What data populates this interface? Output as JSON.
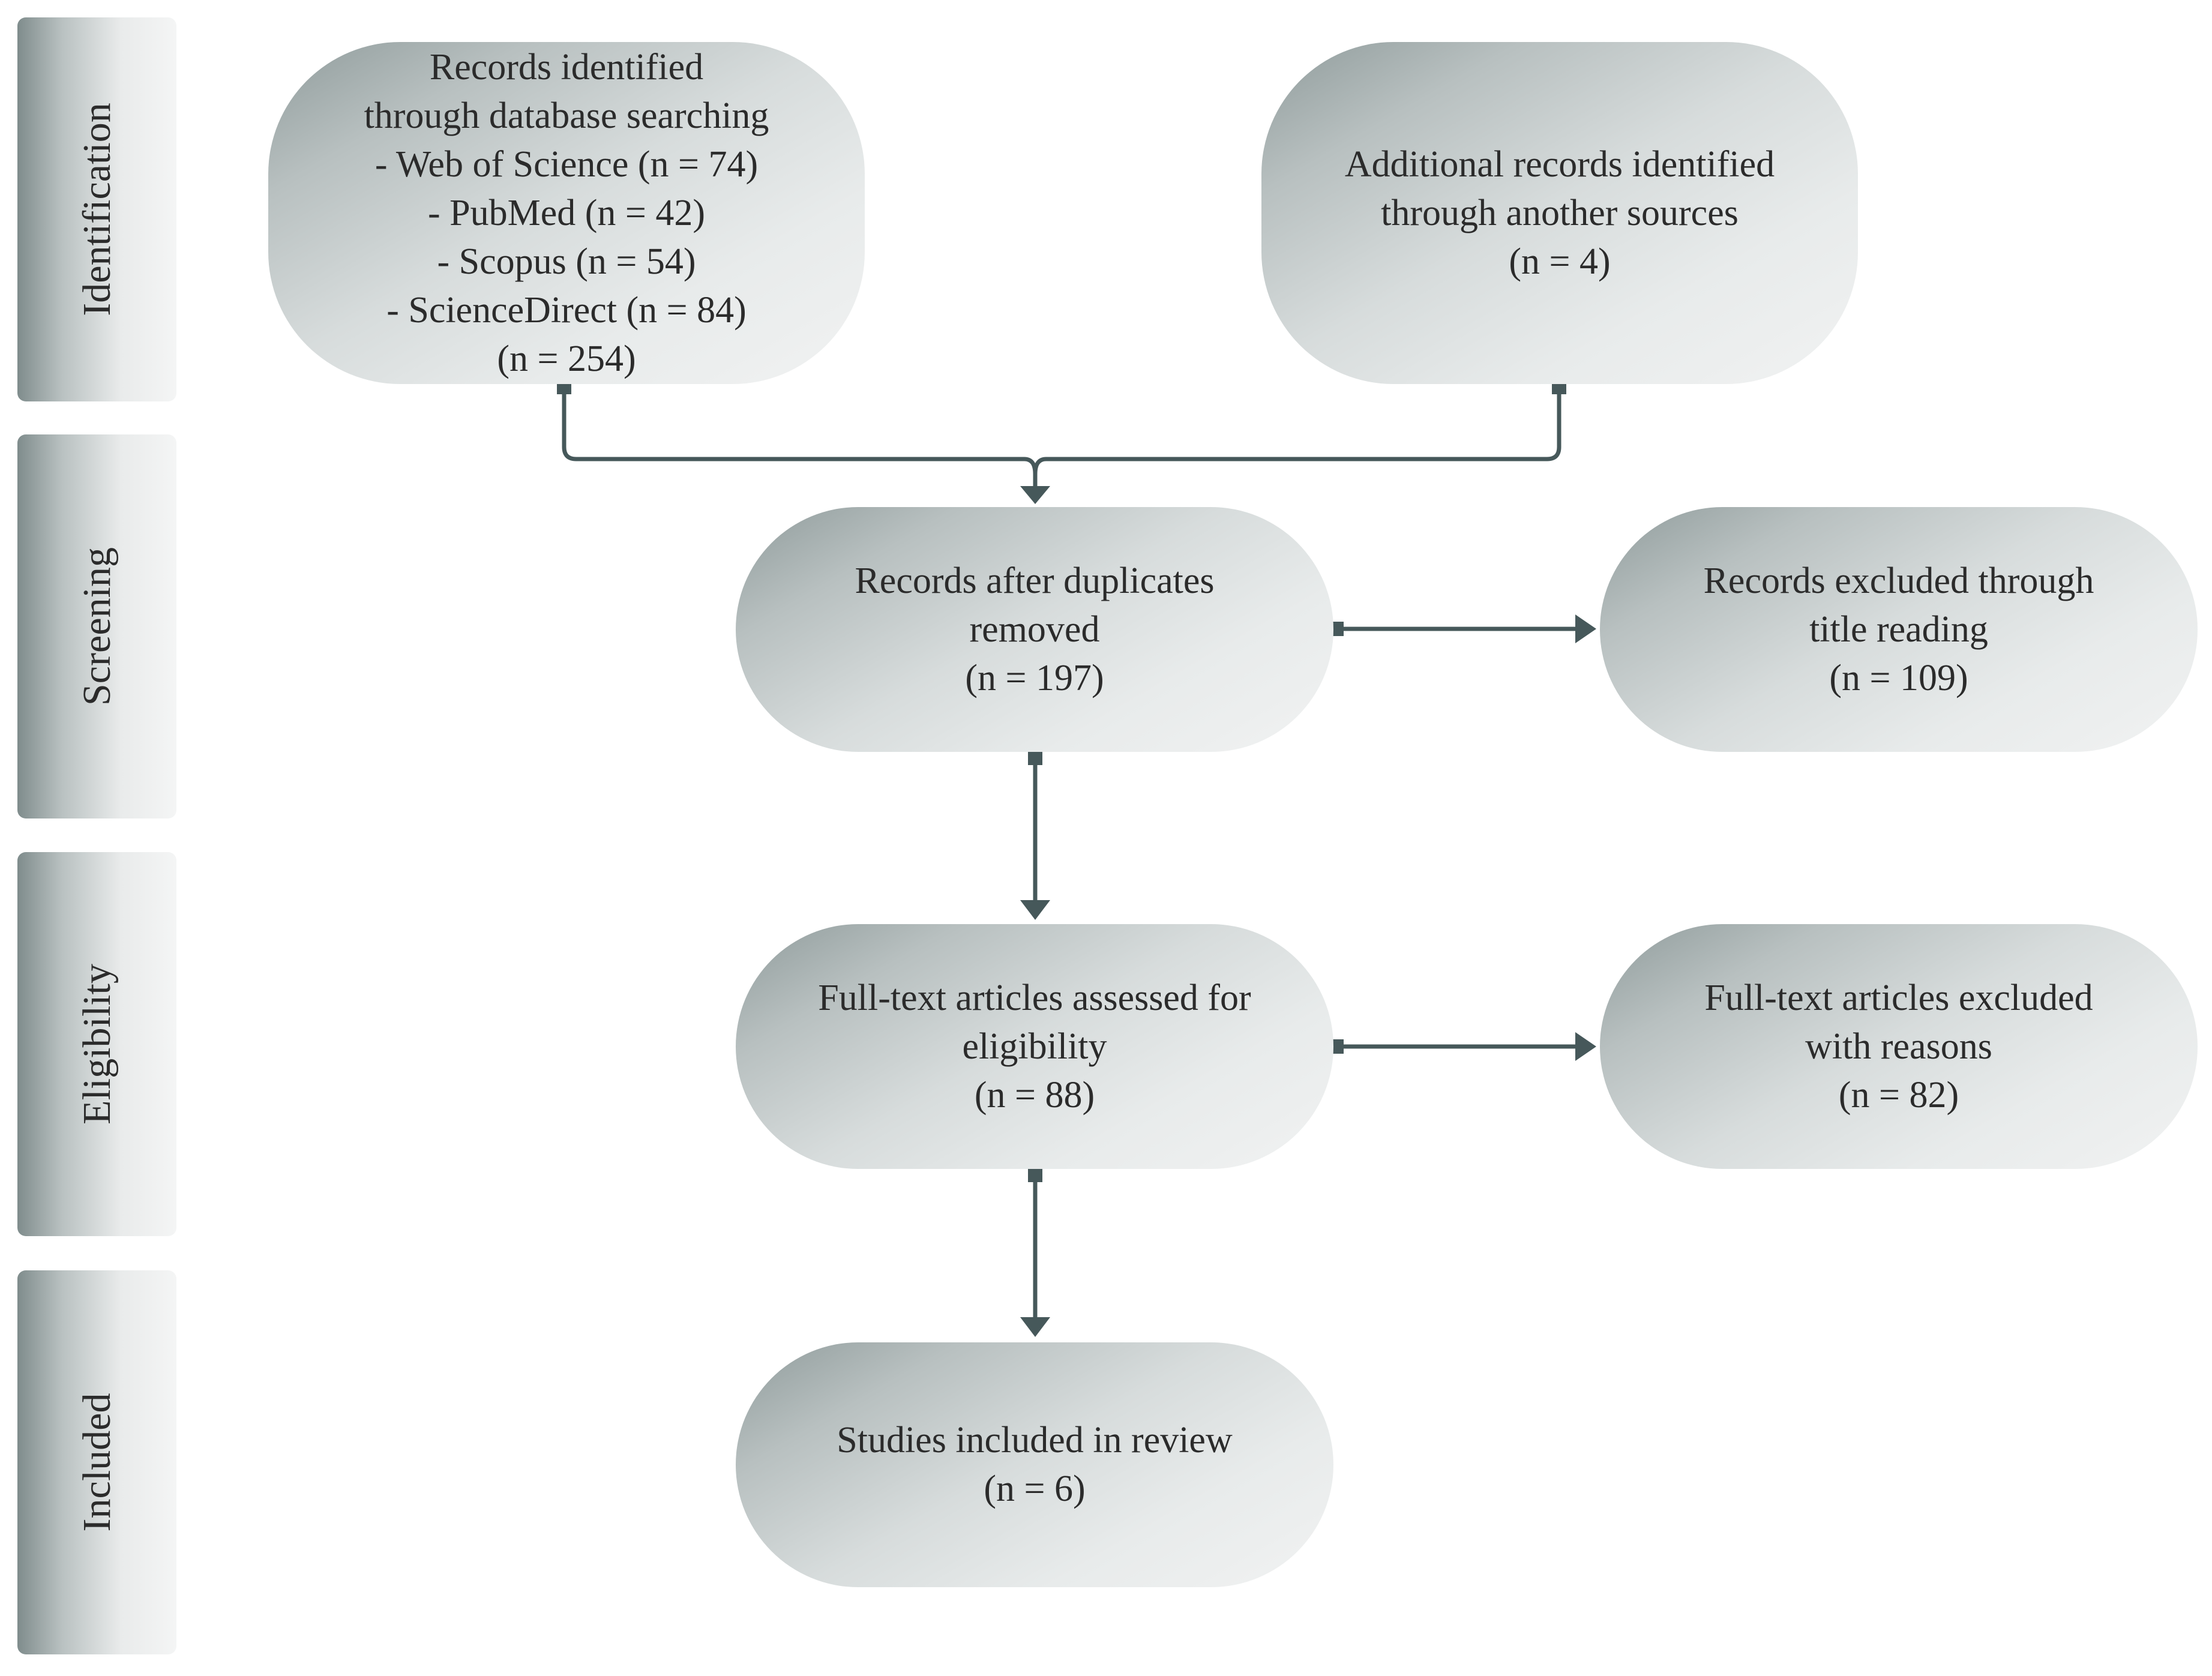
{
  "phases": {
    "identification": "Identification",
    "screening": "Screening",
    "eligibility": "Eligibility",
    "included": "Included"
  },
  "boxes": {
    "database_search": {
      "lines": [
        "Records identified",
        "through database searching",
        "- Web of Science (n = 74)",
        "- PubMed (n = 42)",
        "- Scopus (n = 54)",
        "- ScienceDirect (n = 84)",
        "(n = 254)"
      ]
    },
    "other_sources": {
      "lines": [
        "Additional records identified",
        "through another sources",
        "(n = 4)"
      ]
    },
    "after_duplicates": {
      "lines": [
        "Records after duplicates",
        "removed",
        "(n = 197)"
      ]
    },
    "excluded_title": {
      "lines": [
        "Records excluded through",
        "title reading",
        "(n = 109)"
      ]
    },
    "fulltext_assessed": {
      "lines": [
        "Full-text articles assessed for",
        "eligibility",
        "(n = 88)"
      ]
    },
    "fulltext_excluded": {
      "lines": [
        "Full-text articles excluded",
        "with reasons",
        "(n = 82)"
      ]
    },
    "included_studies": {
      "lines": [
        "Studies included in review",
        "(n = 6)"
      ]
    }
  },
  "colors": {
    "connector": "#46585a",
    "phase_dark": "#7f8c8c",
    "node_dark": "#8f9b9b",
    "node_light": "#f1f2f2"
  }
}
